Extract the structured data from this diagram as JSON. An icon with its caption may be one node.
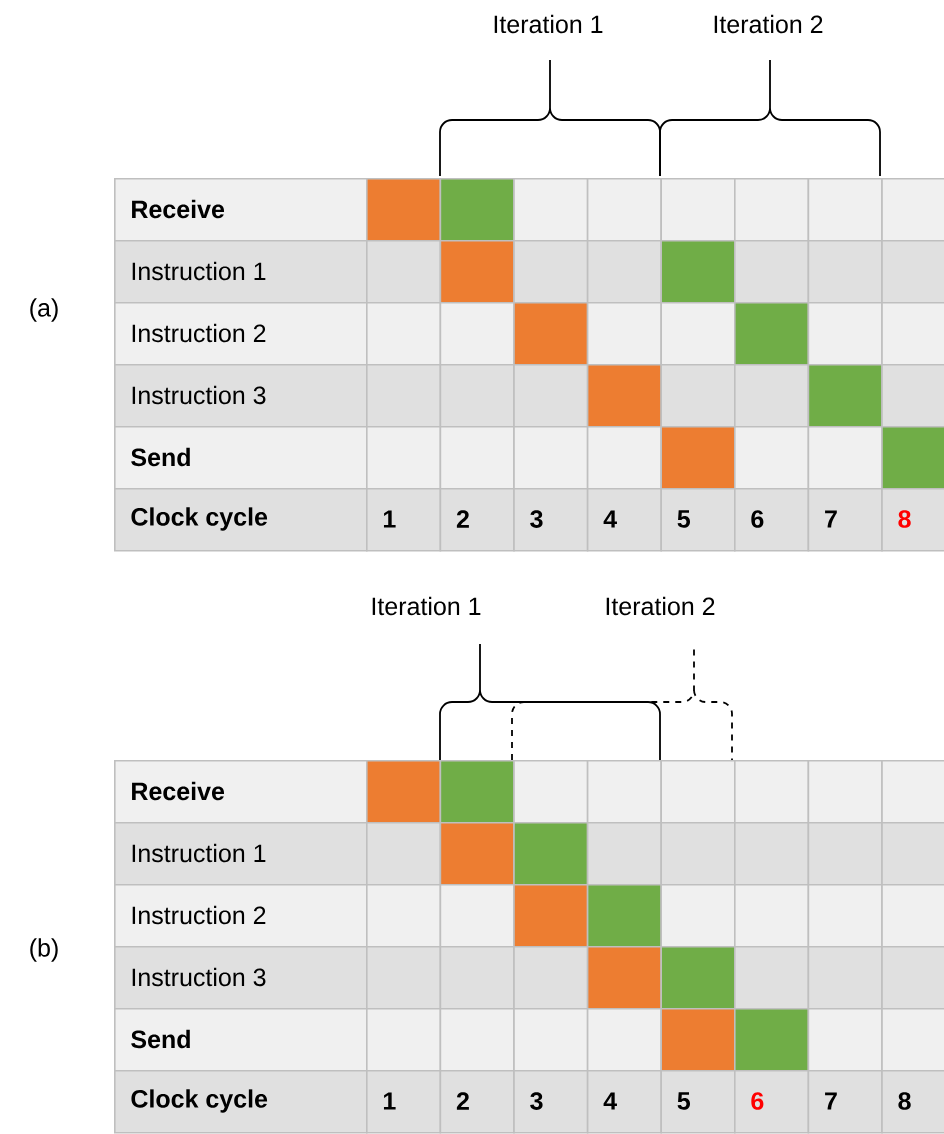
{
  "diagram": {
    "labels": [
      "Iteration 1",
      "Iteration 2",
      "(a)",
      "Receive",
      "Instruction 1",
      "Instruction 2",
      "Instruction 3",
      "Send",
      "Clock cycle",
      "1",
      "2",
      "3",
      "4",
      "5",
      "6",
      "7",
      "8",
      "Iteration 1",
      "Iteration 2",
      "(b)",
      "Receive",
      "Instruction 1",
      "Instruction 2",
      "Instruction 3",
      "Send",
      "Clock cycle",
      "1",
      "2",
      "3",
      "4",
      "5",
      "6",
      "7",
      "8"
    ]
  }
}
